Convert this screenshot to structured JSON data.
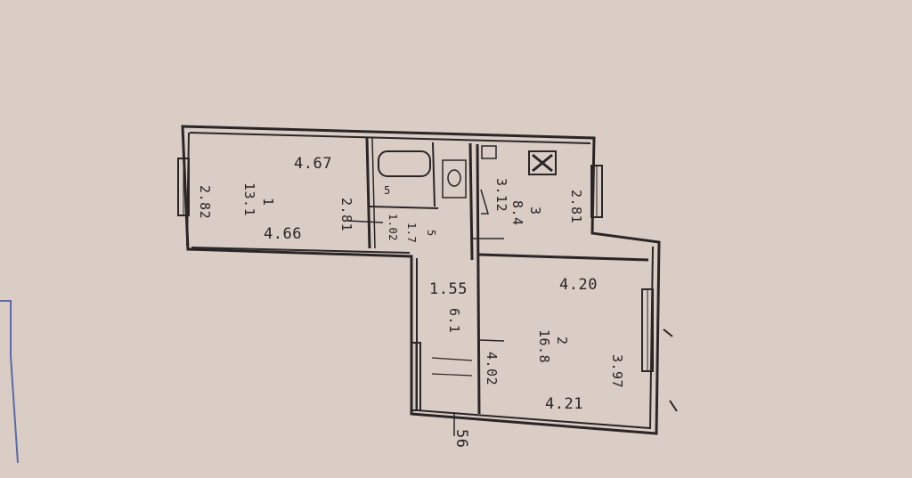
{
  "colors": {
    "paper": "#d9cdc6",
    "ink": "#2b2626"
  },
  "rooms": [
    {
      "number": "1",
      "area": "13.1",
      "width": "4.67",
      "width_bottom": "4.66",
      "depth_left": "2.82",
      "depth_right": "2.81"
    },
    {
      "number": "2",
      "area": "16.8",
      "width": "4.20",
      "width_bottom": "4.21",
      "depth_left": "4.02",
      "depth_right": "3.97"
    },
    {
      "number": "3",
      "area": "8.4",
      "width": "3.12",
      "depth": "2.81"
    }
  ],
  "bathroom": {
    "area": "5",
    "small_dim": "1.02"
  },
  "wc": {
    "area": "1.7",
    "label": "5"
  },
  "hall": {
    "width": "1.55",
    "area": "6.1"
  },
  "footnote": "56"
}
